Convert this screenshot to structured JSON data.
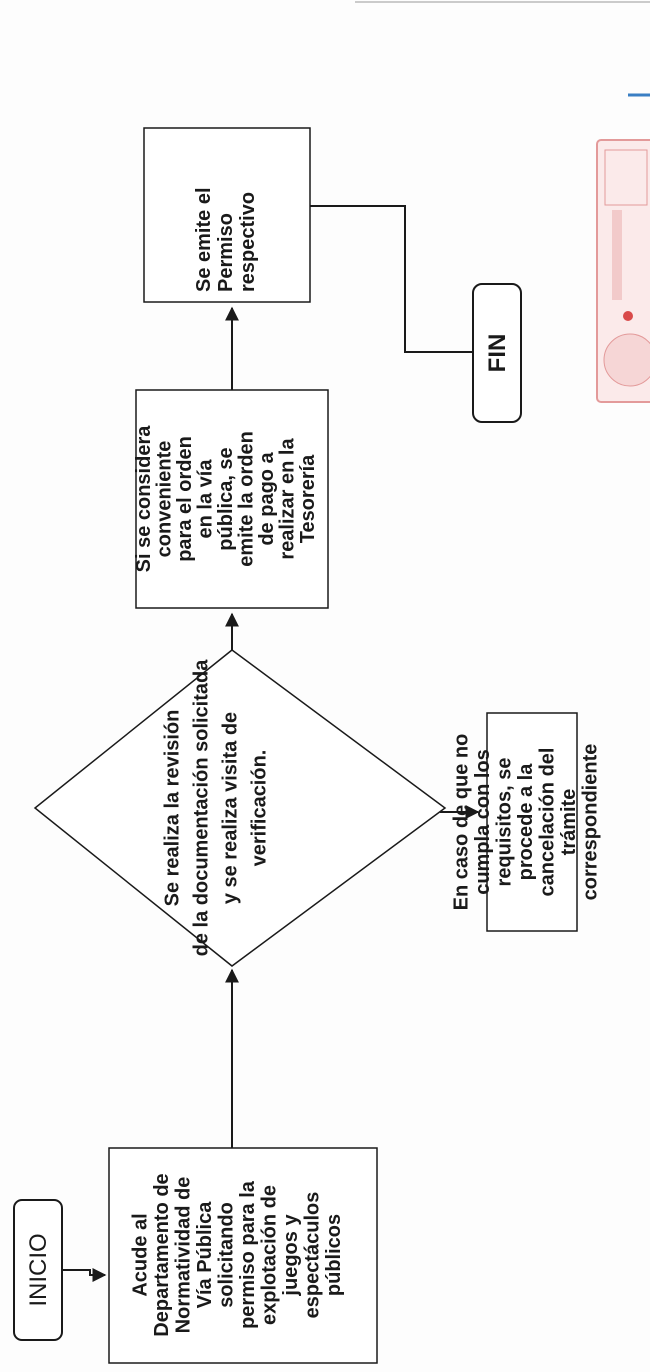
{
  "flowchart": {
    "start": {
      "label": "INICIO"
    },
    "step1": {
      "lines": [
        "Acude al",
        "Departamento de",
        "Normatividad de",
        "Vía Pública",
        "solicitando",
        "permiso para la",
        "explotación de",
        "juegos y",
        "espectáculos",
        "públicos"
      ]
    },
    "decision": {
      "lines": [
        "Se realiza la revisión",
        "de la documentación solicitada",
        "y se realiza visita de",
        "verificación."
      ]
    },
    "step_reject": {
      "lines": [
        "En caso de que no",
        "cumpla con los",
        "requisitos, se",
        "procede a la",
        "cancelación del",
        "trámite",
        "correspondiente"
      ]
    },
    "step2": {
      "lines": [
        "Si se considera",
        "conveniente",
        "para el orden",
        "en la vía",
        "pública, se",
        "emite la orden",
        "de pago a",
        "realizar en la",
        "Tesorería"
      ]
    },
    "step3": {
      "lines": [
        "Se emite el",
        "Permiso",
        "respectivo"
      ]
    },
    "end": {
      "label": "FIN"
    }
  },
  "colors": {
    "stroke": "#1a1a1a",
    "stamp": "#e39a9a",
    "accent_line": "#3a7fc4"
  }
}
